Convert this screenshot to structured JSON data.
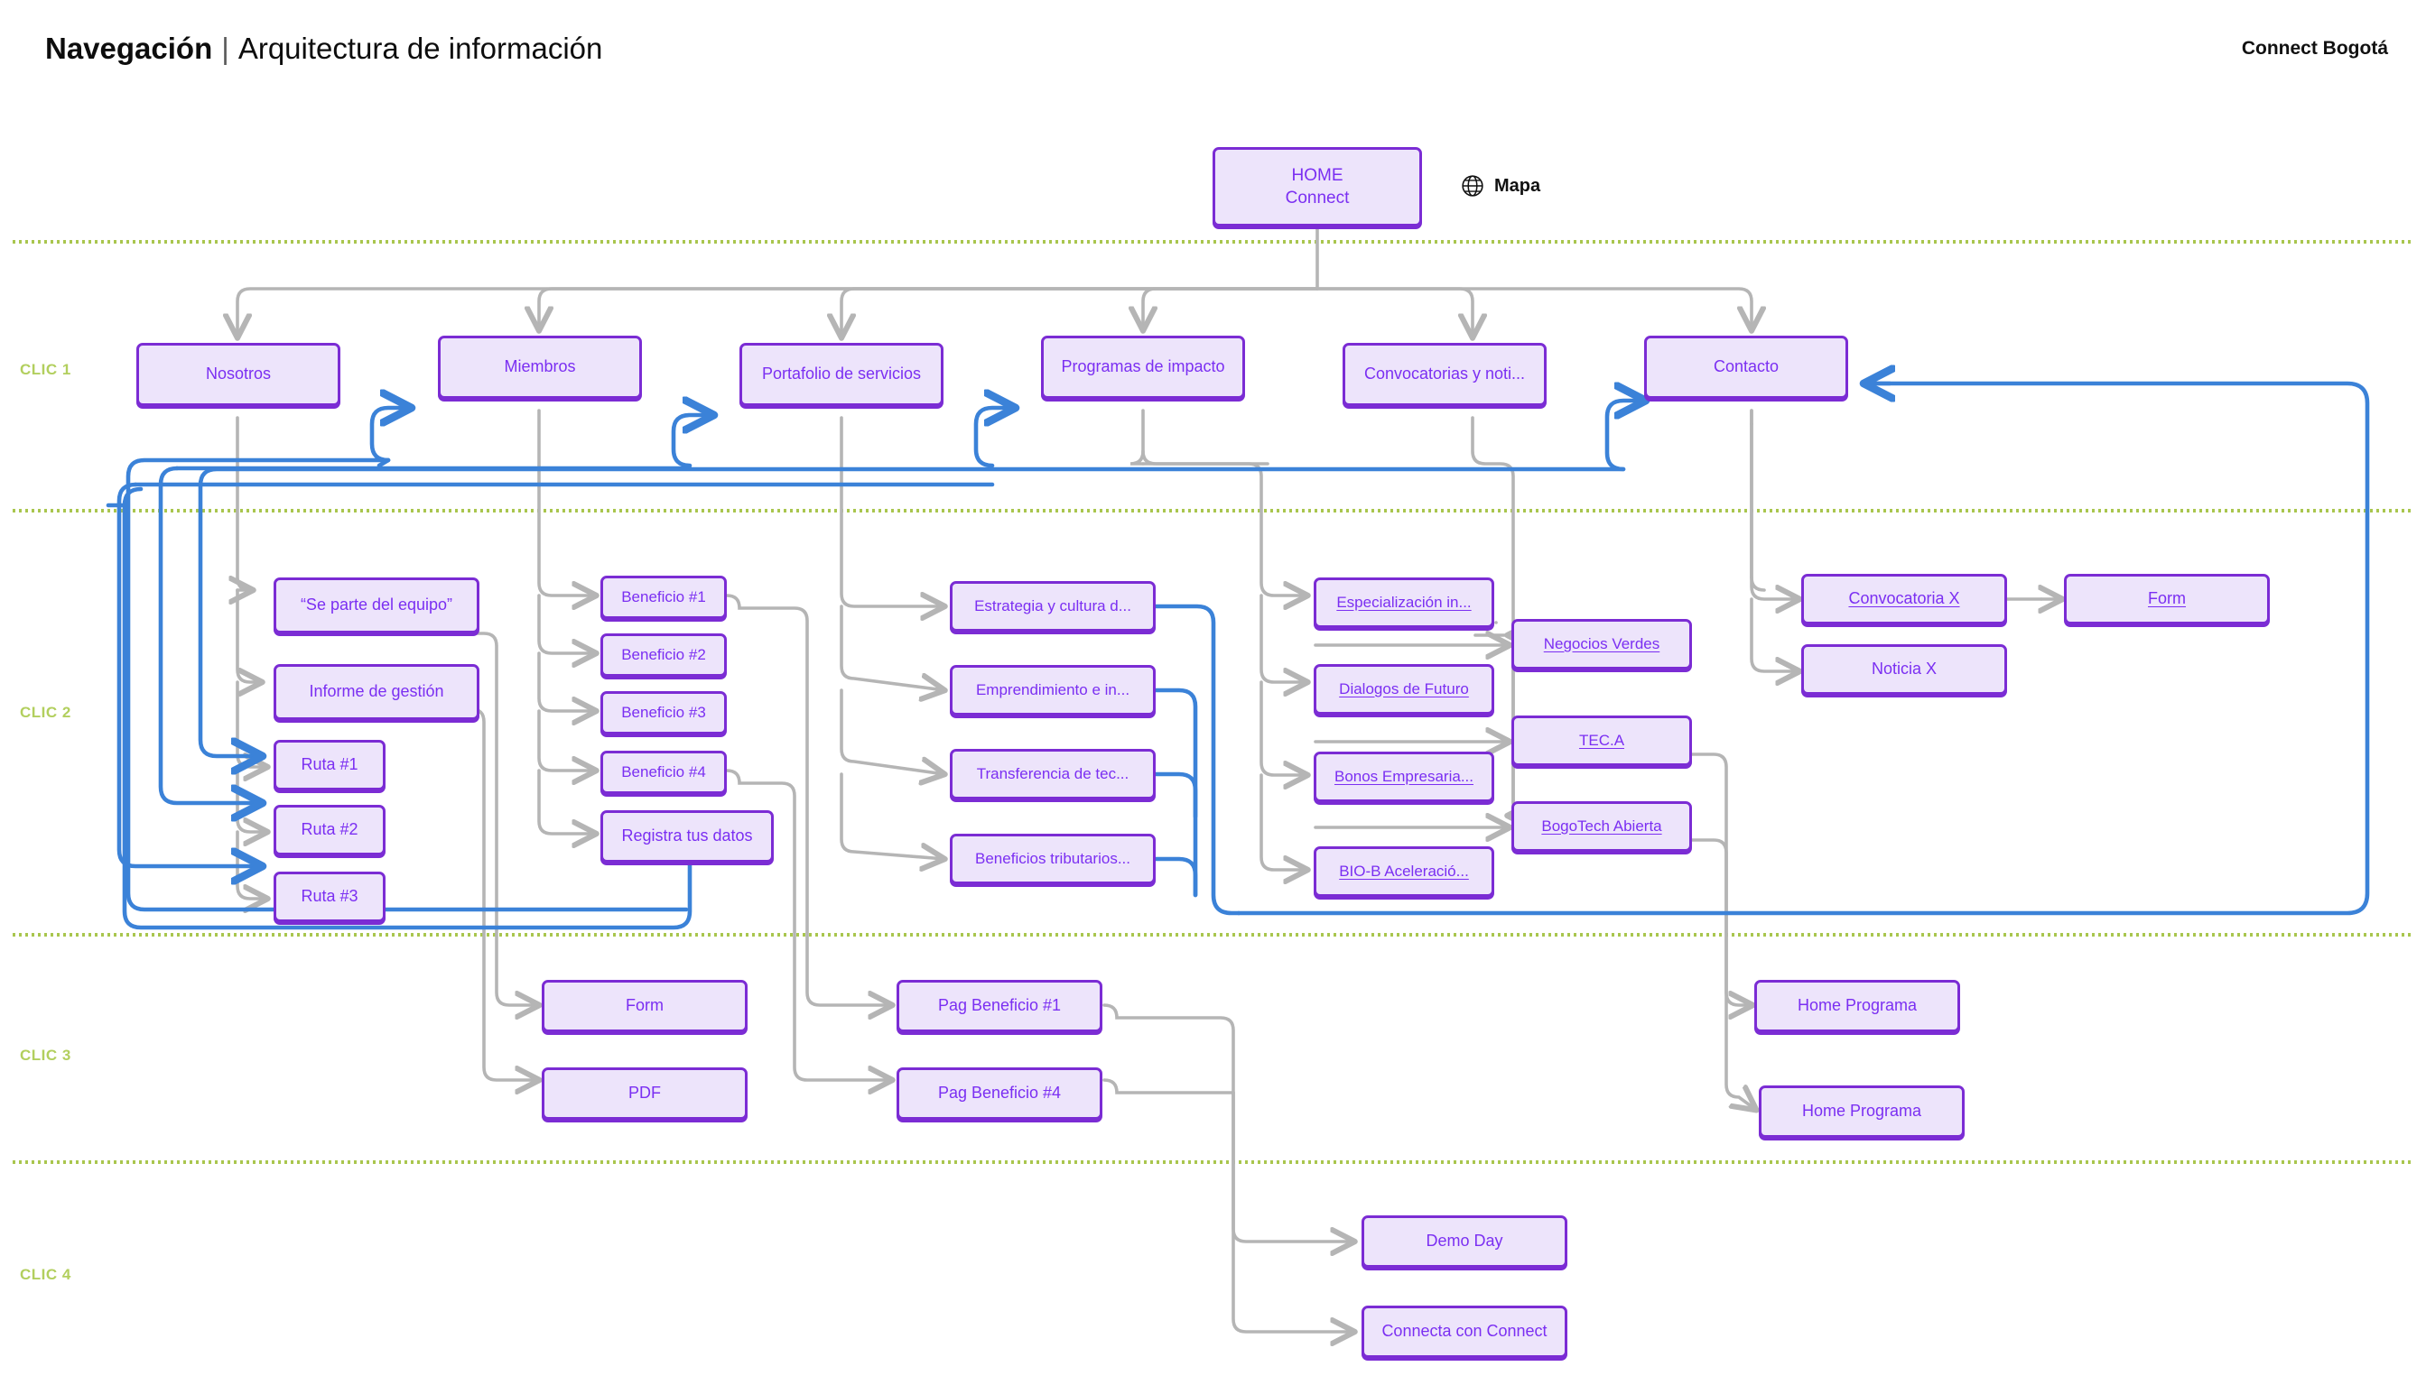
{
  "header": {
    "title_bold": "Navegación",
    "separator": "|",
    "title_light": "Arquitectura de información",
    "brand": "Connect Bogotá"
  },
  "legend": {
    "map_icon": "globe-icon",
    "map_label": "Mapa"
  },
  "levels": [
    {
      "id": "clic1",
      "label": "CLIC 1"
    },
    {
      "id": "clic2",
      "label": "CLIC 2"
    },
    {
      "id": "clic3",
      "label": "CLIC 3"
    },
    {
      "id": "clic4",
      "label": "CLIC 4"
    }
  ],
  "colors": {
    "node_fill": "#ede4fb",
    "node_border": "#7b2cd4",
    "node_text": "#7b2ff2",
    "grey_wire": "#b5b5b5",
    "blue_wire": "#3b82d8",
    "divider": "#a9c64e",
    "level_label": "#b2cf5e"
  },
  "nodes": {
    "home": {
      "line1": "HOME",
      "line2": "Connect"
    },
    "clic1": [
      {
        "name": "nosotros",
        "label": "Nosotros"
      },
      {
        "name": "miembros",
        "label": "Miembros"
      },
      {
        "name": "portafolio-de-servicios",
        "label": "Portafolio de servicios"
      },
      {
        "name": "programas-de-impacto",
        "label": "Programas de impacto"
      },
      {
        "name": "convocatorias-y-noticias",
        "label": "Convocatorias y noti..."
      },
      {
        "name": "contacto",
        "label": "Contacto"
      }
    ],
    "clic2": [
      {
        "name": "se-parte-del-equipo",
        "label": "“Se parte del equipo”",
        "link": false
      },
      {
        "name": "informe-de-gestion",
        "label": "Informe de gestión",
        "link": false
      },
      {
        "name": "ruta-1",
        "label": "Ruta #1",
        "link": false
      },
      {
        "name": "ruta-2",
        "label": "Ruta #2",
        "link": false
      },
      {
        "name": "ruta-3",
        "label": "Ruta #3",
        "link": false
      },
      {
        "name": "beneficio-1",
        "label": "Beneficio #1",
        "link": false
      },
      {
        "name": "beneficio-2",
        "label": "Beneficio #2",
        "link": false
      },
      {
        "name": "beneficio-3",
        "label": "Beneficio #3",
        "link": false
      },
      {
        "name": "beneficio-4",
        "label": "Beneficio #4",
        "link": false
      },
      {
        "name": "registra-tus-datos",
        "label": "Registra tus datos",
        "link": false
      },
      {
        "name": "estrategia-y-cultura",
        "label": "Estrategia y cultura d...",
        "link": false
      },
      {
        "name": "emprendimiento-e-innovacion",
        "label": "Emprendimiento e in...",
        "link": false
      },
      {
        "name": "transferencia-de-tecnologia",
        "label": "Transferencia de tec...",
        "link": false
      },
      {
        "name": "beneficios-tributarios",
        "label": "Beneficios tributarios...",
        "link": false
      },
      {
        "name": "especializacion-inteligente",
        "label": "Especialización in...",
        "link": true
      },
      {
        "name": "dialogos-de-futuro",
        "label": "Dialogos de Futuro",
        "link": true
      },
      {
        "name": "bonos-empresariales",
        "label": "Bonos Empresaria...",
        "link": true
      },
      {
        "name": "bio-b-aceleracion",
        "label": "BIO-B Aceleració...",
        "link": true
      },
      {
        "name": "negocios-verdes",
        "label": "Negocios Verdes",
        "link": true
      },
      {
        "name": "tec-a",
        "label": "TEC.A",
        "link": true
      },
      {
        "name": "bogotech-abierta",
        "label": "BogoTech Abierta",
        "link": true
      },
      {
        "name": "convocatoria-x",
        "label": "Convocatoria X",
        "link": true
      },
      {
        "name": "noticia-x",
        "label": "Noticia X",
        "link": false
      },
      {
        "name": "form-contacto",
        "label": "Form",
        "link": true
      }
    ],
    "clic3": [
      {
        "name": "form",
        "label": "Form"
      },
      {
        "name": "pdf",
        "label": "PDF"
      },
      {
        "name": "pag-beneficio-1",
        "label": "Pag Beneficio #1"
      },
      {
        "name": "pag-beneficio-4",
        "label": "Pag Beneficio #4"
      },
      {
        "name": "home-programa-1",
        "label": "Home Programa"
      },
      {
        "name": "home-programa-2",
        "label": "Home Programa"
      }
    ],
    "clic4": [
      {
        "name": "demo-day",
        "label": "Demo Day"
      },
      {
        "name": "connecta-con-connect",
        "label": "Connecta con Connect"
      }
    ]
  }
}
